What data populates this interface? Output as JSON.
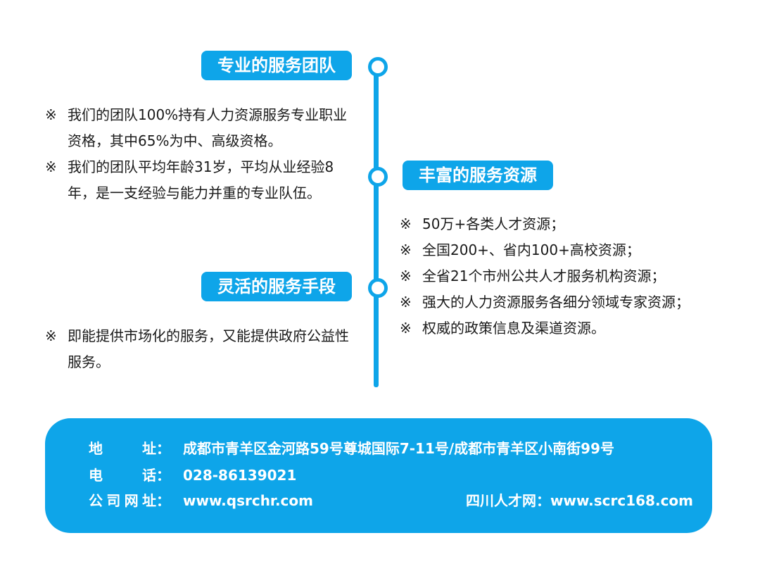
{
  "sections": {
    "team": {
      "title": "专业的服务团队",
      "items": [
        "我们的团队100%持有人力资源服务专业职业资格，其中65%为中、高级资格。",
        "我们的团队平均年龄31岁，平均从业经验8年，是一支经验与能力并重的专业队伍。"
      ]
    },
    "resources": {
      "title": "丰富的服务资源",
      "items": [
        "50万+各类人才资源；",
        "全国200+、省内100+高校资源；",
        "全省21个市州公共人才服务机构资源；",
        "强大的人力资源服务各细分领域专家资源；",
        "权威的政策信息及渠道资源。"
      ]
    },
    "means": {
      "title": "灵活的服务手段",
      "items": [
        "即能提供市场化的服务，又能提供政府公益性服务。"
      ]
    }
  },
  "bullet_mark": "※",
  "contact": {
    "address_label_a": "地",
    "address_label_b": "址：",
    "address_value": "成都市青羊区金河路59号尊城国际7-11号/成都市青羊区小南街99号",
    "phone_label_a": "电",
    "phone_label_b": "话：",
    "phone_value": "028-86139021",
    "website_label_1": "公",
    "website_label_2": "司",
    "website_label_3": "网",
    "website_label_4": "址：",
    "website_value": "www.qsrchr.com",
    "sichuan_label": "四川人才网：",
    "sichuan_value": "www.scrc168.com"
  },
  "colors": {
    "accent": "#0ea5e9",
    "text": "#1a1a1a"
  }
}
